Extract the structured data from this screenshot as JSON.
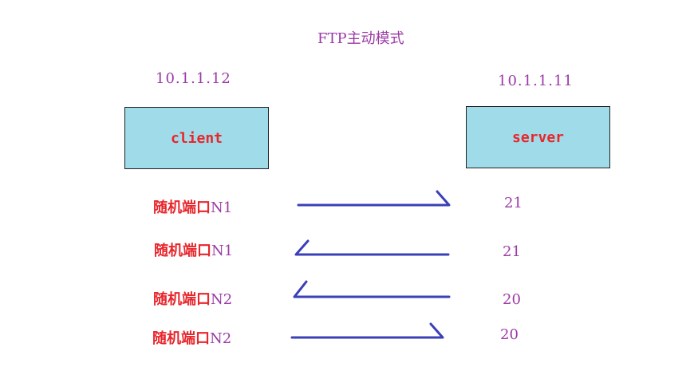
{
  "title": "FTP主动模式",
  "client": {
    "ip": "10.1.1.12",
    "label": "client"
  },
  "server": {
    "ip": "10.1.1.11",
    "label": "server"
  },
  "connections": [
    {
      "client_port_prefix": "随机端口",
      "client_port_id": "N1",
      "server_port": "21",
      "direction": "client-to-server"
    },
    {
      "client_port_prefix": "随机端口",
      "client_port_id": "N1",
      "server_port": "21",
      "direction": "server-to-client"
    },
    {
      "client_port_prefix": "随机端口",
      "client_port_id": "N2",
      "server_port": "20",
      "direction": "server-to-client"
    },
    {
      "client_port_prefix": "随机端口",
      "client_port_id": "N2",
      "server_port": "20",
      "direction": "client-to-server"
    }
  ],
  "colors": {
    "box_fill": "#9fdbe8",
    "label_red": "#e8262c",
    "text_purple": "#9b3aa6",
    "arrow_blue": "#3b3fb8"
  }
}
